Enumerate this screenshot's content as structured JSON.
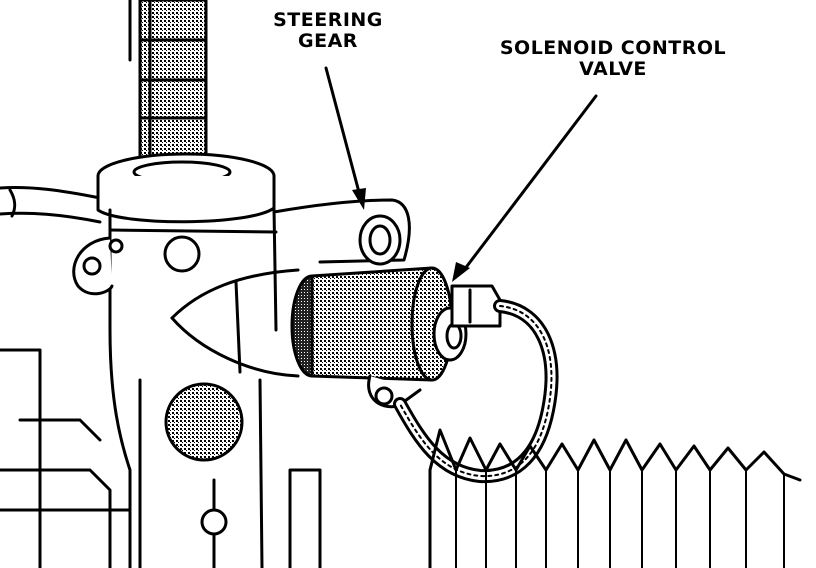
{
  "diagram": {
    "labels": {
      "steering_gear": [
        "STEERING",
        "GEAR"
      ],
      "solenoid_control_valve": [
        "SOLENOID CONTROL",
        "VALVE"
      ]
    },
    "colors": {
      "ink": "#000000",
      "paper": "#ffffff",
      "stipple": "#555555"
    }
  }
}
